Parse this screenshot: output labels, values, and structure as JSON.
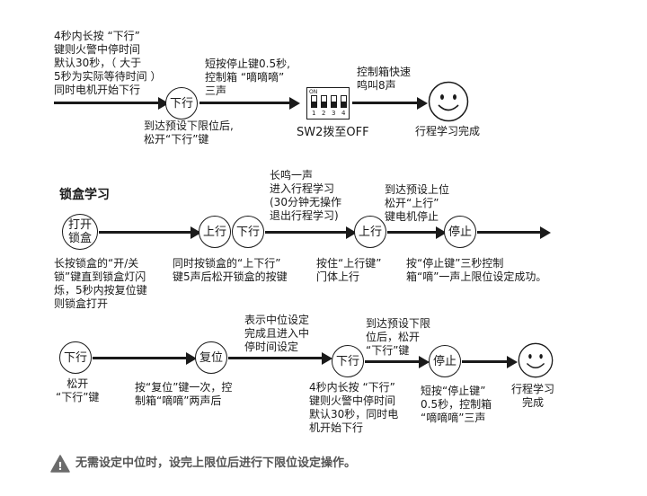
{
  "flow1": {
    "text_intro": "4秒内长按 “下行”\n键则火警中停时间\n默认30秒，（ 大于\n5秒为实际等待时间 ）\n同时电机开始下行",
    "node_down": "下行",
    "text_reach": "到达预设下限位后,\n松开“下行”键",
    "text_stop": "短按停止键0.5秒,\n控制箱 “嘀嘀嘀”\n三声",
    "switch_on_label": "ON",
    "switch_numbers": [
      "1",
      "2",
      "3",
      "4"
    ],
    "switch_caption": "SW2拨至OFF",
    "text_beep": "控制箱快速\n鸣叫8声",
    "text_done": "行程学习完成"
  },
  "flow2": {
    "heading": "锁盒学习",
    "node_lockbox": "打开\n锁盒",
    "text_lockbox": "长按锁盒的“开/关\n锁”键直到锁盒灯闪\n烁，5秒内按复位键\n则锁盒打开",
    "node_up": "上行",
    "node_down": "下行",
    "text_updown": "同时按锁盒的“上下行”\n键5声后松开锁盒的按键",
    "text_beep_enter": "长鸣一声\n进入行程学习\n(30分钟无操作\n退出行程学习)",
    "node_up2": "上行",
    "text_up_hold": "按住“上行键”\n门体上行",
    "text_reach_up": "到达预设上位\n松开“上行”\n键电机停止",
    "node_stop": "停止",
    "text_stop_press": "按“停止键”三秒控制\n箱“嘀”一声上限位设定成功。"
  },
  "flow3": {
    "node_down": "下行",
    "text_release": "松开\n“下行”键",
    "node_reset": "复位",
    "text_reset": "按“复位”键一次，控\n制箱“嘀嘀”两声后",
    "text_mid": "表示中位设定\n完成且进入中\n停时间设定",
    "node_down2": "下行",
    "text_hold": "4秒内长按 “下行”\n键则火警中停时间\n默认30秒，同时电\n机开始下行",
    "text_reach": "到达预设下限\n位后，松开\n“下行”键",
    "node_stop": "停止",
    "text_stop": "短按“停止键”\n0.5秒，控制箱\n“嘀嘀嘀”三声",
    "text_done": "行程学习\n完成"
  },
  "note": {
    "icon": "warning-triangle-icon",
    "symbol": "!",
    "text": "无需设定中位时，设完上限位后进行下限位设定操作。"
  }
}
